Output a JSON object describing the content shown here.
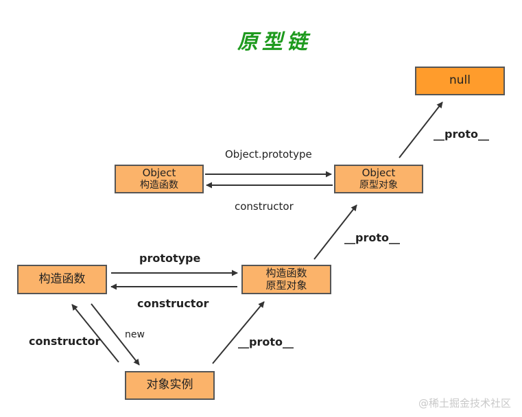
{
  "title": "原型链",
  "nodes": {
    "null": "null",
    "object_ctor": {
      "line1": "Object",
      "line2": "构造函数"
    },
    "object_proto": {
      "line1": "Object",
      "line2": "原型对象"
    },
    "ctor": "构造函数",
    "proto": {
      "line1": "构造函数",
      "line2": "原型对象"
    },
    "instance": "对象实例"
  },
  "labels": {
    "object_prototype": "Object.prototype",
    "object_constructor": "constructor",
    "proto_to_null": "__proto__",
    "proto_to_object": "__proto__",
    "prototype": "prototype",
    "constructor_mid": "constructor",
    "constructor_left": "constructor",
    "new": "new",
    "proto_instance": "__proto__"
  },
  "watermark": "@稀土掘金技术社区",
  "colors": {
    "title": "#1e9a1e",
    "node_fill": "#fbb36a",
    "null_fill": "#ff9c2c",
    "border": "#555555",
    "arrow": "#333333"
  }
}
